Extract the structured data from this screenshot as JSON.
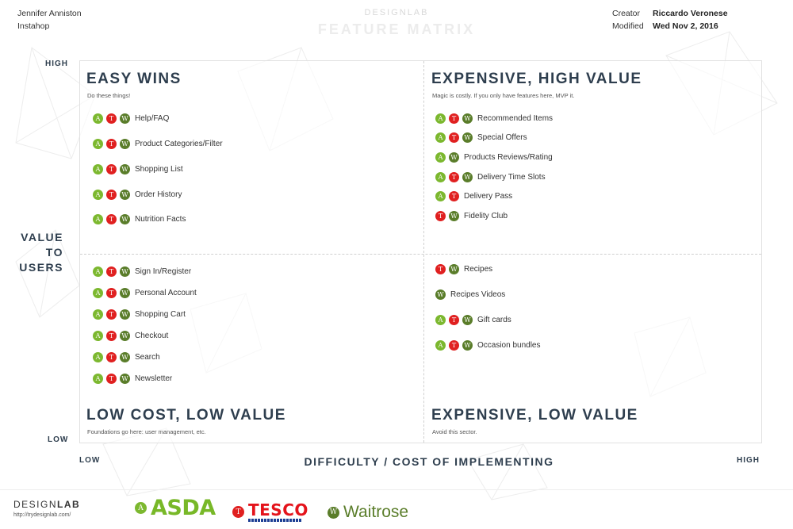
{
  "header": {
    "author": "Jennifer Anniston",
    "project": "Instahop",
    "brand": "DESIGNLAB",
    "title": "FEATURE MATRIX",
    "creator_label": "Creator",
    "creator_value": "Riccardo Veronese",
    "modified_label": "Modified",
    "modified_value": "Wed Nov 2, 2016"
  },
  "axes": {
    "y_high": "HIGH",
    "y_low": "LOW",
    "y_label_lines": [
      "VALUE",
      "TO",
      "USERS"
    ],
    "x_low": "LOW",
    "x_high": "HIGH",
    "x_label": "DIFFICULTY / COST OF IMPLEMENTING"
  },
  "quadrants": {
    "easy_wins": {
      "title": "EASY WINS",
      "subtitle": "Do these things!",
      "items": [
        {
          "badges": [
            "A",
            "T",
            "W"
          ],
          "label": "Help/FAQ"
        },
        {
          "badges": [
            "A",
            "T",
            "W"
          ],
          "label": "Product Categories/Filter"
        },
        {
          "badges": [
            "A",
            "T",
            "W"
          ],
          "label": "Shopping List"
        },
        {
          "badges": [
            "A",
            "T",
            "W"
          ],
          "label": "Order History"
        },
        {
          "badges": [
            "A",
            "T",
            "W"
          ],
          "label": "Nutrition Facts"
        }
      ]
    },
    "expensive_high": {
      "title": "EXPENSIVE, HIGH VALUE",
      "subtitle": "Magic is costly. If you only have features here, MVP it.",
      "items": [
        {
          "badges": [
            "A",
            "T",
            "W"
          ],
          "label": "Recommended Items"
        },
        {
          "badges": [
            "A",
            "T",
            "W"
          ],
          "label": "Special Offers"
        },
        {
          "badges": [
            "A",
            "W"
          ],
          "label": "Products Reviews/Rating"
        },
        {
          "badges": [
            "A",
            "T",
            "W"
          ],
          "label": "Delivery Time Slots"
        },
        {
          "badges": [
            "A",
            "T"
          ],
          "label": "Delivery Pass"
        },
        {
          "badges": [
            "T",
            "W"
          ],
          "label": "Fidelity Club"
        }
      ]
    },
    "low_cost_low": {
      "title": "LOW COST, LOW VALUE",
      "subtitle": "Foundations go here: user management, etc.",
      "items": [
        {
          "badges": [
            "A",
            "T",
            "W"
          ],
          "label": "Sign In/Register"
        },
        {
          "badges": [
            "A",
            "T",
            "W"
          ],
          "label": "Personal Account"
        },
        {
          "badges": [
            "A",
            "T",
            "W"
          ],
          "label": "Shopping Cart"
        },
        {
          "badges": [
            "A",
            "T",
            "W"
          ],
          "label": "Checkout"
        },
        {
          "badges": [
            "A",
            "T",
            "W"
          ],
          "label": "Search"
        },
        {
          "badges": [
            "A",
            "T",
            "W"
          ],
          "label": "Newsletter"
        }
      ]
    },
    "expensive_low": {
      "title": "EXPENSIVE, LOW VALUE",
      "subtitle": "Avoid this sector.",
      "items": [
        {
          "badges": [
            "T",
            "W"
          ],
          "label": "Recipes"
        },
        {
          "badges": [
            "W"
          ],
          "label": "Recipes Videos"
        },
        {
          "badges": [
            "A",
            "T",
            "W"
          ],
          "label": "Gift cards"
        },
        {
          "badges": [
            "A",
            "T",
            "W"
          ],
          "label": "Occasion bundles"
        }
      ]
    }
  },
  "footer": {
    "brand_light": "DESIGN",
    "brand_bold": "LAB",
    "url": "http://trydesignlab.com/",
    "logos": [
      {
        "badge": "A",
        "name": "ASDA"
      },
      {
        "badge": "T",
        "name": "TESCO"
      },
      {
        "badge": "W",
        "name": "Waitrose"
      }
    ]
  },
  "colors": {
    "A": "#7cb82f",
    "T": "#e02020",
    "W": "#5a7d2a",
    "heading": "#2e3e4e"
  }
}
